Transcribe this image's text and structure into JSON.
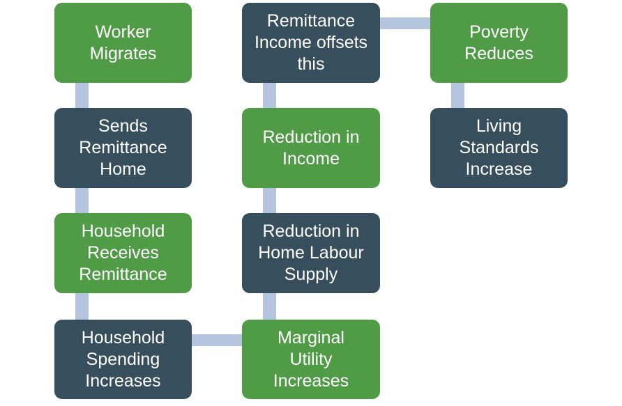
{
  "diagram": {
    "description": "Remittance flow process diagram",
    "colors": {
      "green": "#509B46",
      "dark": "#374F5C",
      "connector": "#B4C3DE",
      "text": "#FFFFFF"
    },
    "nodes": [
      {
        "id": "worker-migrates",
        "label": "Worker\nMigrates",
        "color": "green",
        "col": 0,
        "row": 0
      },
      {
        "id": "sends-remittance-home",
        "label": "Sends\nRemittance\nHome",
        "color": "dark",
        "col": 0,
        "row": 1
      },
      {
        "id": "household-receives-remittance",
        "label": "Household\nReceives\nRemittance",
        "color": "green",
        "col": 0,
        "row": 2
      },
      {
        "id": "household-spending-increases",
        "label": "Household\nSpending\nIncreases",
        "color": "dark",
        "col": 0,
        "row": 3
      },
      {
        "id": "marginal-utility-increases",
        "label": "Marginal\nUtility\nIncreases",
        "color": "green",
        "col": 1,
        "row": 3
      },
      {
        "id": "reduction-in-home-labour-supply",
        "label": "Reduction in\nHome Labour\nSupply",
        "color": "dark",
        "col": 1,
        "row": 2
      },
      {
        "id": "reduction-in-income",
        "label": "Reduction in\nIncome",
        "color": "green",
        "col": 1,
        "row": 1
      },
      {
        "id": "remittance-income-offsets-this",
        "label": "Remittance\nIncome offsets\nthis",
        "color": "dark",
        "col": 1,
        "row": 0
      },
      {
        "id": "poverty-reduces",
        "label": "Poverty\nReduces",
        "color": "green",
        "col": 2,
        "row": 0
      },
      {
        "id": "living-standards-increase",
        "label": "Living\nStandards\nIncrease",
        "color": "dark",
        "col": 2,
        "row": 1
      }
    ],
    "connectors": [
      {
        "type": "vertical",
        "col": 0,
        "between_rows": [
          0,
          1
        ]
      },
      {
        "type": "vertical",
        "col": 0,
        "between_rows": [
          1,
          2
        ]
      },
      {
        "type": "vertical",
        "col": 0,
        "between_rows": [
          2,
          3
        ]
      },
      {
        "type": "horizontal",
        "row": 3,
        "between_cols": [
          0,
          1
        ]
      },
      {
        "type": "vertical",
        "col": 1,
        "between_rows": [
          2,
          3
        ]
      },
      {
        "type": "vertical",
        "col": 1,
        "between_rows": [
          1,
          2
        ]
      },
      {
        "type": "vertical",
        "col": 1,
        "between_rows": [
          0,
          1
        ]
      },
      {
        "type": "horizontal",
        "row": 0,
        "between_cols": [
          1,
          2
        ]
      },
      {
        "type": "vertical",
        "col": 2,
        "between_rows": [
          0,
          1
        ]
      }
    ]
  }
}
